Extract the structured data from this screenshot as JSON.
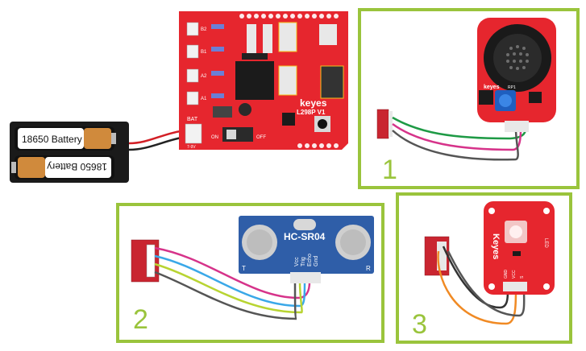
{
  "colors": {
    "panel_border": "#9ac43c",
    "board_red": "#e6262e",
    "sonar_blue": "#2f5ea8",
    "wire_green": "#1e9a45",
    "wire_magenta": "#d6338a",
    "wire_gray": "#555555",
    "wire_blue": "#3aa8e8",
    "wire_yellowgreen": "#b8d432",
    "wire_orange": "#f08a24",
    "wire_red": "#d21f26",
    "wire_black": "#222222"
  },
  "battery_pack": {
    "cell_top_label": "18650  Battery",
    "cell_bottom_label": "18650  Battery"
  },
  "driver_board": {
    "brand": "keyes",
    "model": "L298P V1",
    "bat_label": "BAT",
    "voltage_label": "7-9V",
    "on_label": "ON",
    "off_label": "OFF",
    "motor_labels": [
      "B2",
      "B1",
      "A2",
      "A1"
    ]
  },
  "panels": [
    {
      "number": "1",
      "module": "speaker"
    },
    {
      "number": "2",
      "module": "ultrasonic"
    },
    {
      "number": "3",
      "module": "led"
    }
  ],
  "speaker_module": {
    "brand": "keyes",
    "rp_label": "RP1"
  },
  "ultrasonic_module": {
    "model": "HC-SR04",
    "left_label": "T",
    "right_label": "R",
    "pin_labels": [
      "Vcc",
      "Trig",
      "Echo",
      "Gnd"
    ]
  },
  "led_module": {
    "brand": "Keyes",
    "side_label": "LED",
    "pin_labels": [
      "GND",
      "VCC",
      "S"
    ]
  },
  "icons": [
    "battery-icon",
    "speaker-icon",
    "potentiometer-icon",
    "sensor-eye-icon",
    "led-icon"
  ]
}
